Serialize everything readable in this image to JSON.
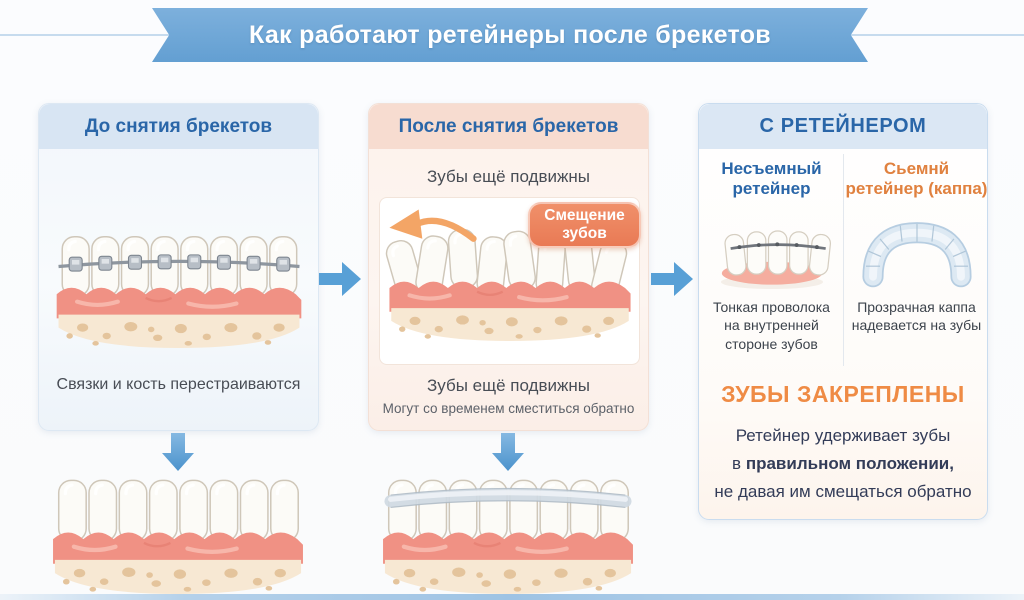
{
  "title": "Как работают ретейнеры после брекетов",
  "colors": {
    "banner_blue": "#6ba6d8",
    "accent_blue": "#2a66a8",
    "accent_orange": "#e0813f",
    "badge_orange": "#ec7f5c",
    "result_orange": "#ef8b45",
    "arrow_blue": "#58a0d6",
    "gum_pink": "#f09184",
    "bone_beige": "#f7e8d3"
  },
  "icons": {
    "arrow_right": "arrow-right-icon",
    "arrow_down": "arrow-down-icon",
    "arrow_shift": "curved-arrow-left-icon"
  },
  "columns": {
    "before": {
      "header": "До снятия брекетов",
      "caption": "Связки и кость перестраиваются"
    },
    "after": {
      "header": "После снятия брекетов",
      "subtitle": "Зубы ещё подвижны",
      "badge": "Смещение зубов",
      "caption": "Зубы ещё подвижны",
      "caption_note": "Могут со временем сместиться обратно"
    },
    "retainer": {
      "header": "С РЕТЕЙНЕРОМ",
      "fixed": {
        "title": "Несъемный ретейнер",
        "description": "Тонкая проволока на внутренней стороне зубов"
      },
      "removable": {
        "title": "Сьемнй ретейнер (каппа)",
        "description": "Прозрачная каппа надевается на зубы"
      },
      "result": {
        "title": "ЗУБЫ ЗАКРЕПЛЕНЫ",
        "line1": "Ретейнер удерживает зубы",
        "line2_prefix": "в",
        "line2_bold": "правильном положении,",
        "line3": "не давая им смещаться обратно"
      }
    }
  }
}
